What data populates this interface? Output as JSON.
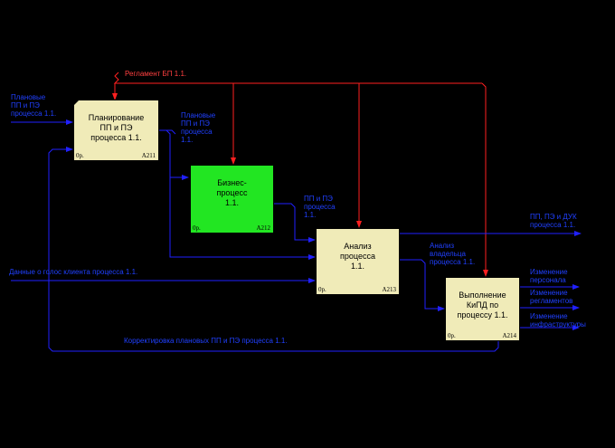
{
  "boxes": [
    {
      "id": "A211",
      "title": "Планирование\nПП и ПЭ\nпроцесса 1.1.",
      "cost": "0р.",
      "number": "A211",
      "fill": "#F0EBB8"
    },
    {
      "id": "A212",
      "title": "Бизнес-\nпроцесс\n1.1.",
      "cost": "0р.",
      "number": "A212",
      "fill": "#22E622"
    },
    {
      "id": "A213",
      "title": "Анализ\nпроцесса\n1.1.",
      "cost": "0р.",
      "number": "A213",
      "fill": "#F0EBB8"
    },
    {
      "id": "A214",
      "title": "Выполнение\nКиПД по\nпроцессу 1.1.",
      "cost": "0р.",
      "number": "A214",
      "fill": "#F0EBB8"
    }
  ],
  "labels": {
    "reglament": "Регламент БП 1.1.",
    "plan_in": "Плановые\nПП и ПЭ\nпроцесса 1.1.",
    "plan_out": "Плановые\nПП и ПЭ\nпроцесса\n1.1.",
    "pp_pe_out": "ПП и ПЭ\nпроцесса\n1.1.",
    "pp_pe_duk": "ПП, ПЭ и ДУК\nпроцесса 1.1.",
    "analysis": "Анализ\nвладельца\nпроцесса 1.1.",
    "client_data": "Данные о голос клиента процесса 1.1.",
    "correction": "Корректировка плановых ПП и ПЭ процесса 1.1.",
    "change_personnel": "Изменение\nперсонала",
    "change_regulations": "Изменение\nрегламентов",
    "change_infra": "Изменение\nинфраструктуры"
  },
  "colors": {
    "arrow": "#2020FF",
    "control": "#FF0000",
    "label": "#2040FF",
    "background": "#000000"
  }
}
